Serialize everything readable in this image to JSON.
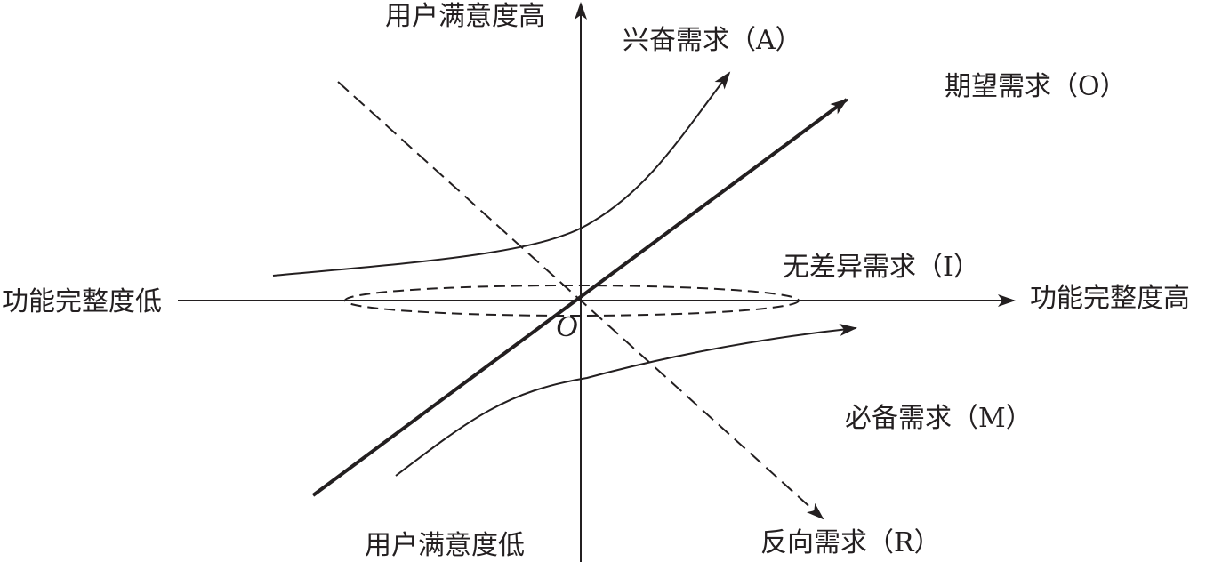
{
  "diagram": {
    "type": "kano-model",
    "axes": {
      "y_top": "用户满意度高",
      "y_bottom": "用户满意度低",
      "x_left": "功能完整度低",
      "x_right": "功能完整度高",
      "origin": "O"
    },
    "curves": {
      "attractive": "兴奋需求（A）",
      "one_dimensional": "期望需求（O）",
      "indifferent": "无差异需求（I）",
      "must_be": "必备需求（M）",
      "reverse": "反向需求（R）"
    },
    "colors": {
      "ink": "#231f20",
      "background": "#ffffff"
    }
  }
}
